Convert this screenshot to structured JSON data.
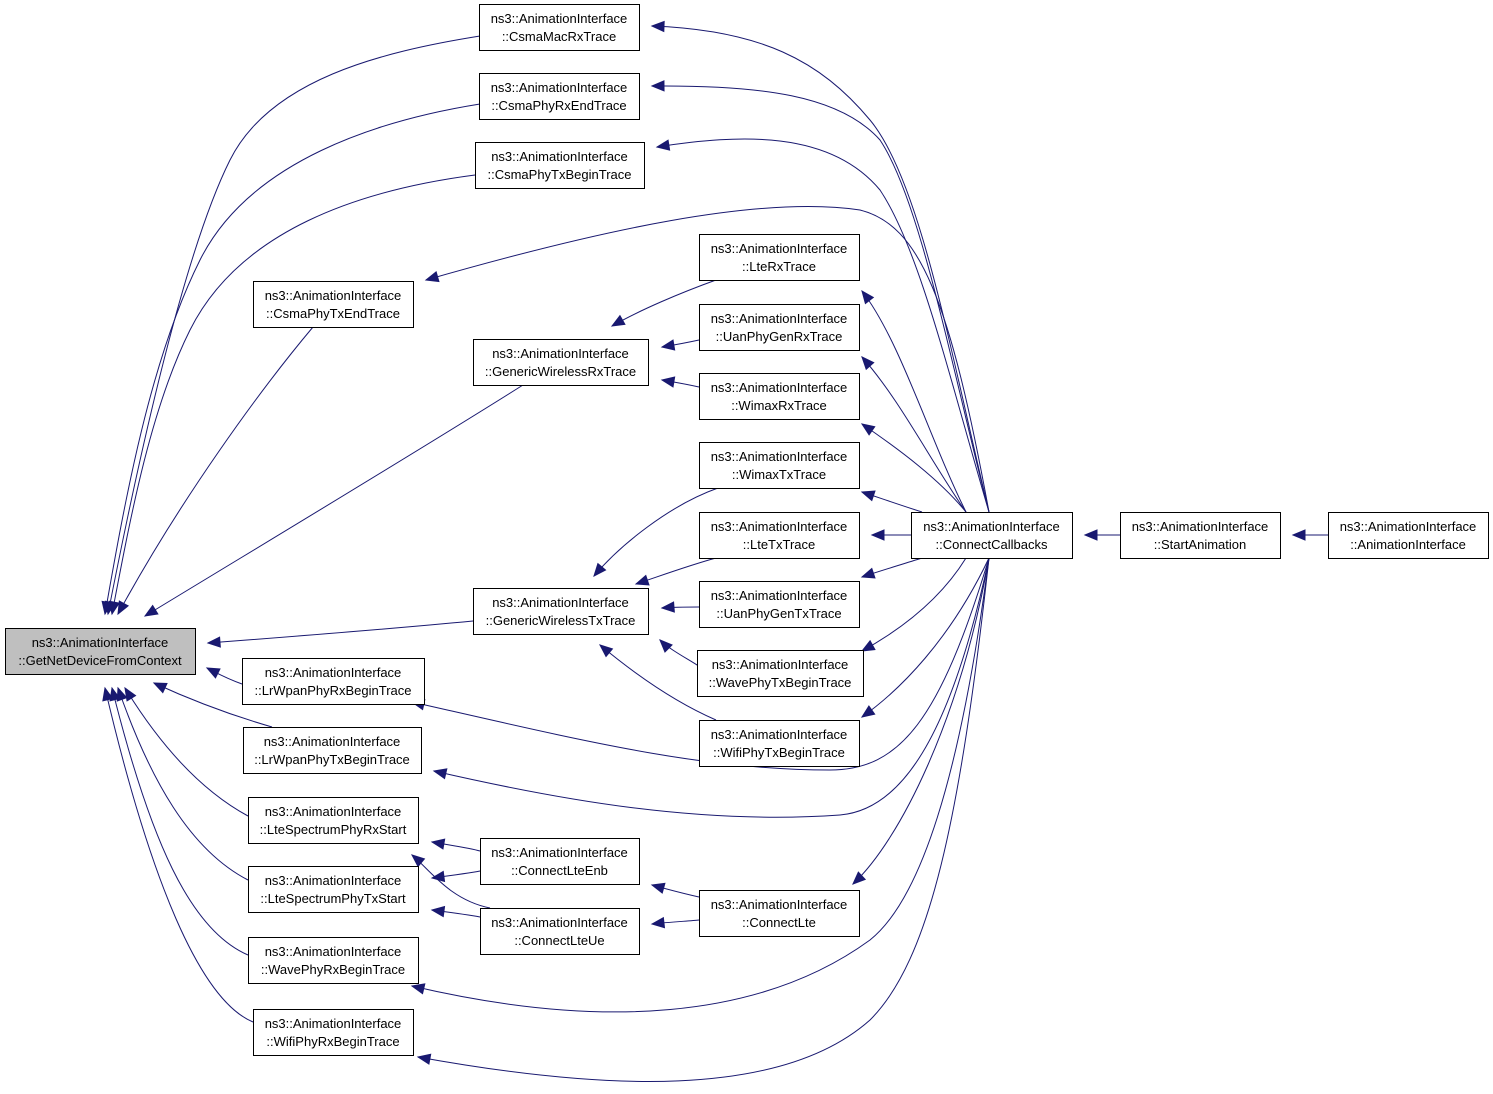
{
  "colors": {
    "edge": "#191970",
    "node_fill": "#ffffff",
    "highlight_fill": "#bfbfbf",
    "border": "#000000"
  },
  "nodes": [
    {
      "id": "getnet",
      "label1": "ns3::AnimationInterface",
      "label2": "::GetNetDeviceFromContext",
      "highlight": true
    },
    {
      "id": "csmamacrx",
      "label1": "ns3::AnimationInterface",
      "label2": "::CsmaMacRxTrace"
    },
    {
      "id": "csmaphyrxend",
      "label1": "ns3::AnimationInterface",
      "label2": "::CsmaPhyRxEndTrace"
    },
    {
      "id": "csmaphytxbegin",
      "label1": "ns3::AnimationInterface",
      "label2": "::CsmaPhyTxBeginTrace"
    },
    {
      "id": "csmaphytxend",
      "label1": "ns3::AnimationInterface",
      "label2": "::CsmaPhyTxEndTrace"
    },
    {
      "id": "genwirelessrx",
      "label1": "ns3::AnimationInterface",
      "label2": "::GenericWirelessRxTrace"
    },
    {
      "id": "genwirelesstx",
      "label1": "ns3::AnimationInterface",
      "label2": "::GenericWirelessTxTrace"
    },
    {
      "id": "lrwpanrx",
      "label1": "ns3::AnimationInterface",
      "label2": "::LrWpanPhyRxBeginTrace"
    },
    {
      "id": "lrwpantx",
      "label1": "ns3::AnimationInterface",
      "label2": "::LrWpanPhyTxBeginTrace"
    },
    {
      "id": "ltespecrx",
      "label1": "ns3::AnimationInterface",
      "label2": "::LteSpectrumPhyRxStart"
    },
    {
      "id": "ltespectx",
      "label1": "ns3::AnimationInterface",
      "label2": "::LteSpectrumPhyTxStart"
    },
    {
      "id": "waverx",
      "label1": "ns3::AnimationInterface",
      "label2": "::WavePhyRxBeginTrace"
    },
    {
      "id": "wifirx",
      "label1": "ns3::AnimationInterface",
      "label2": "::WifiPhyRxBeginTrace"
    },
    {
      "id": "lterx",
      "label1": "ns3::AnimationInterface",
      "label2": "::LteRxTrace"
    },
    {
      "id": "uanrx",
      "label1": "ns3::AnimationInterface",
      "label2": "::UanPhyGenRxTrace"
    },
    {
      "id": "wimaxrx",
      "label1": "ns3::AnimationInterface",
      "label2": "::WimaxRxTrace"
    },
    {
      "id": "wimaxtx",
      "label1": "ns3::AnimationInterface",
      "label2": "::WimaxTxTrace"
    },
    {
      "id": "ltetx",
      "label1": "ns3::AnimationInterface",
      "label2": "::LteTxTrace"
    },
    {
      "id": "uantx",
      "label1": "ns3::AnimationInterface",
      "label2": "::UanPhyGenTxTrace"
    },
    {
      "id": "wavetx",
      "label1": "ns3::AnimationInterface",
      "label2": "::WavePhyTxBeginTrace"
    },
    {
      "id": "wifitx",
      "label1": "ns3::AnimationInterface",
      "label2": "::WifiPhyTxBeginTrace"
    },
    {
      "id": "connlteenb",
      "label1": "ns3::AnimationInterface",
      "label2": "::ConnectLteEnb"
    },
    {
      "id": "connlteue",
      "label1": "ns3::AnimationInterface",
      "label2": "::ConnectLteUe"
    },
    {
      "id": "connlte",
      "label1": "ns3::AnimationInterface",
      "label2": "::ConnectLte"
    },
    {
      "id": "conncb",
      "label1": "ns3::AnimationInterface",
      "label2": "::ConnectCallbacks"
    },
    {
      "id": "startanim",
      "label1": "ns3::AnimationInterface",
      "label2": "::StartAnimation"
    },
    {
      "id": "animctor",
      "label1": "ns3::AnimationInterface",
      "label2": "::AnimationInterface"
    }
  ],
  "edges": [
    {
      "from": "csmamacrx",
      "to": "getnet"
    },
    {
      "from": "csmaphyrxend",
      "to": "getnet"
    },
    {
      "from": "csmaphytxbegin",
      "to": "getnet"
    },
    {
      "from": "csmaphytxend",
      "to": "getnet"
    },
    {
      "from": "genwirelessrx",
      "to": "getnet"
    },
    {
      "from": "genwirelesstx",
      "to": "getnet"
    },
    {
      "from": "lrwpanrx",
      "to": "getnet"
    },
    {
      "from": "lrwpantx",
      "to": "getnet"
    },
    {
      "from": "ltespecrx",
      "to": "getnet"
    },
    {
      "from": "ltespectx",
      "to": "getnet"
    },
    {
      "from": "waverx",
      "to": "getnet"
    },
    {
      "from": "wifirx",
      "to": "getnet"
    },
    {
      "from": "lterx",
      "to": "genwirelessrx"
    },
    {
      "from": "uanrx",
      "to": "genwirelessrx"
    },
    {
      "from": "wimaxrx",
      "to": "genwirelessrx"
    },
    {
      "from": "wimaxtx",
      "to": "genwirelesstx"
    },
    {
      "from": "ltetx",
      "to": "genwirelesstx"
    },
    {
      "from": "uantx",
      "to": "genwirelesstx"
    },
    {
      "from": "wavetx",
      "to": "genwirelesstx"
    },
    {
      "from": "wifitx",
      "to": "genwirelesstx"
    },
    {
      "from": "connlteenb",
      "to": "ltespecrx"
    },
    {
      "from": "connlteenb",
      "to": "ltespectx"
    },
    {
      "from": "connlteue",
      "to": "ltespecrx"
    },
    {
      "from": "connlteue",
      "to": "ltespectx"
    },
    {
      "from": "connlte",
      "to": "connlteenb"
    },
    {
      "from": "connlte",
      "to": "connlteue"
    },
    {
      "from": "conncb",
      "to": "csmamacrx"
    },
    {
      "from": "conncb",
      "to": "csmaphyrxend"
    },
    {
      "from": "conncb",
      "to": "csmaphytxbegin"
    },
    {
      "from": "conncb",
      "to": "csmaphytxend"
    },
    {
      "from": "conncb",
      "to": "lterx"
    },
    {
      "from": "conncb",
      "to": "uanrx"
    },
    {
      "from": "conncb",
      "to": "wimaxrx"
    },
    {
      "from": "conncb",
      "to": "wimaxtx"
    },
    {
      "from": "conncb",
      "to": "ltetx"
    },
    {
      "from": "conncb",
      "to": "uantx"
    },
    {
      "from": "conncb",
      "to": "wavetx"
    },
    {
      "from": "conncb",
      "to": "wifitx"
    },
    {
      "from": "conncb",
      "to": "lrwpanrx"
    },
    {
      "from": "conncb",
      "to": "lrwpantx"
    },
    {
      "from": "conncb",
      "to": "connlte"
    },
    {
      "from": "conncb",
      "to": "waverx"
    },
    {
      "from": "conncb",
      "to": "wifirx"
    },
    {
      "from": "startanim",
      "to": "conncb"
    },
    {
      "from": "animctor",
      "to": "startanim"
    }
  ]
}
